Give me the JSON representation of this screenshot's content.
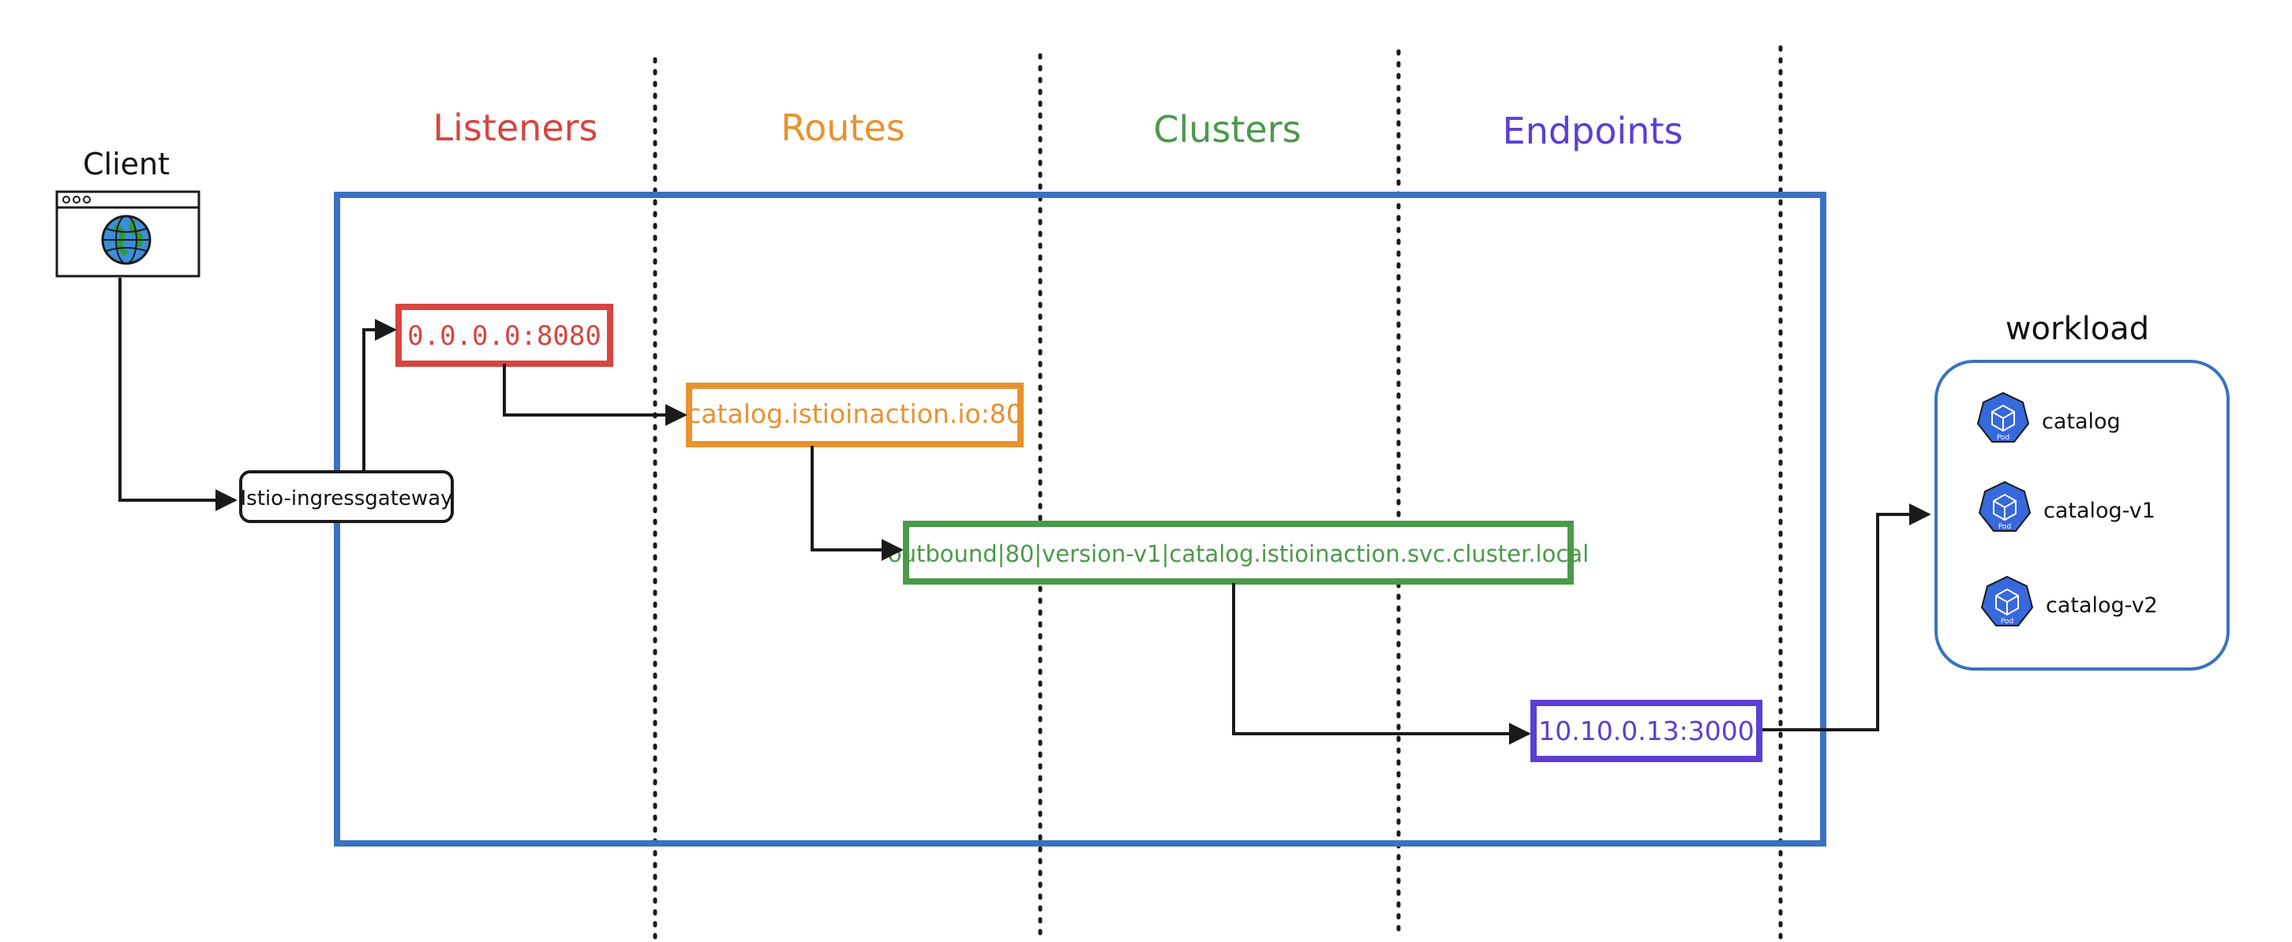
{
  "columns": {
    "listeners": "Listeners",
    "routes": "Routes",
    "clusters": "Clusters",
    "endpoints": "Endpoints"
  },
  "client": {
    "label": "Client",
    "icon": "browser-globe-icon"
  },
  "gateway": {
    "label": "Istio-ingressgateway"
  },
  "listener": {
    "label": "0.0.0.0:8080"
  },
  "route": {
    "label": "catalog.istioinaction.io:80"
  },
  "cluster": {
    "label": "outbound|80|version-v1|catalog.istioinaction.svc.cluster.local"
  },
  "endpoint": {
    "label": "10.10.0.13:3000"
  },
  "workload": {
    "title": "workload",
    "pods": [
      {
        "name": "catalog",
        "icon": "kubernetes-pod-icon"
      },
      {
        "name": "catalog-v1",
        "icon": "kubernetes-pod-icon"
      },
      {
        "name": "catalog-v2",
        "icon": "kubernetes-pod-icon"
      }
    ],
    "pod_badge": "Pod"
  },
  "colors": {
    "listeners": "#d64541",
    "routes": "#e8922f",
    "clusters": "#4a9a4a",
    "endpoints": "#5b3fd4",
    "envoy_box": "#3a72c0",
    "workload_box": "#3a72c0",
    "pod": "#3768dc",
    "line": "#1a1a1a"
  }
}
